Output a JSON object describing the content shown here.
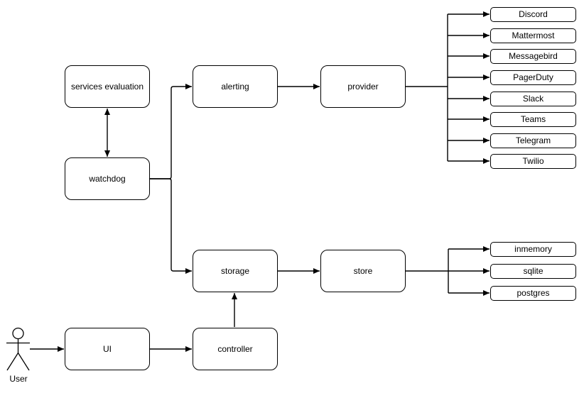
{
  "diagram": {
    "background": "#ffffff",
    "stroke_color": "#000000",
    "node_fill": "#ffffff",
    "nodes": {
      "services_evaluation": "services evaluation",
      "watchdog": "watchdog",
      "alerting": "alerting",
      "provider": "provider",
      "storage": "storage",
      "store": "store",
      "ui": "UI",
      "controller": "controller"
    },
    "provider_targets": [
      "Discord",
      "Mattermost",
      "Messagebird",
      "PagerDuty",
      "Slack",
      "Teams",
      "Telegram",
      "Twilio"
    ],
    "store_targets": [
      "inmemory",
      "sqlite",
      "postgres"
    ],
    "actor": {
      "label": "User"
    },
    "edges": [
      {
        "from": "services evaluation",
        "to": "watchdog",
        "bidirectional": true
      },
      {
        "from": "watchdog",
        "to": "alerting"
      },
      {
        "from": "watchdog",
        "to": "storage"
      },
      {
        "from": "alerting",
        "to": "provider"
      },
      {
        "from": "provider",
        "to": "Discord"
      },
      {
        "from": "provider",
        "to": "Mattermost"
      },
      {
        "from": "provider",
        "to": "Messagebird"
      },
      {
        "from": "provider",
        "to": "PagerDuty"
      },
      {
        "from": "provider",
        "to": "Slack"
      },
      {
        "from": "provider",
        "to": "Teams"
      },
      {
        "from": "provider",
        "to": "Telegram"
      },
      {
        "from": "provider",
        "to": "Twilio"
      },
      {
        "from": "storage",
        "to": "store"
      },
      {
        "from": "store",
        "to": "inmemory"
      },
      {
        "from": "store",
        "to": "sqlite"
      },
      {
        "from": "store",
        "to": "postgres"
      },
      {
        "from": "User",
        "to": "UI"
      },
      {
        "from": "UI",
        "to": "controller"
      },
      {
        "from": "controller",
        "to": "storage"
      }
    ]
  }
}
